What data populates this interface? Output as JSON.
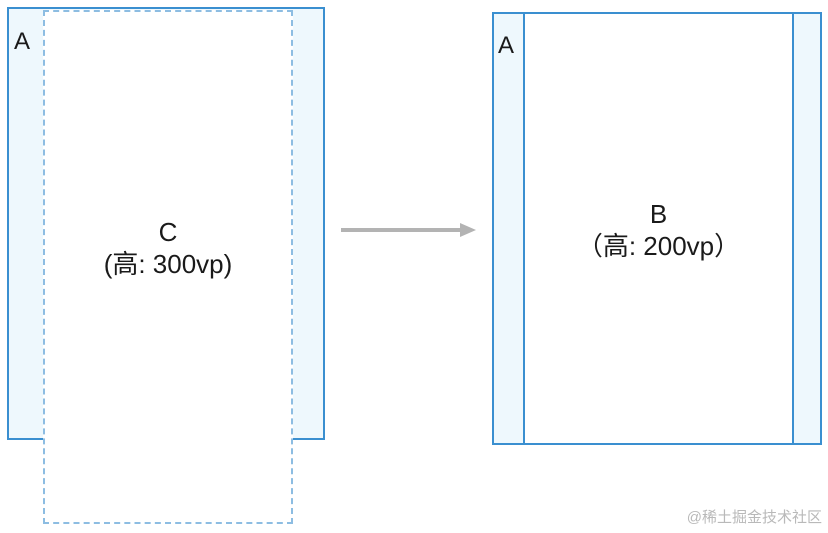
{
  "left_diagram": {
    "outer_label": "A",
    "inner_label": "C",
    "inner_height_label": "(高: 300vp)"
  },
  "right_diagram": {
    "outer_label": "A",
    "inner_label": "B",
    "inner_height_label": "（高: 200vp）"
  },
  "watermark": "@稀土掘金技术社区",
  "colors": {
    "outer_fill": "#eef8fd",
    "outer_border": "#3a8fd0",
    "dashed_border": "#8dbde2",
    "arrow": "#b3b3b3"
  }
}
